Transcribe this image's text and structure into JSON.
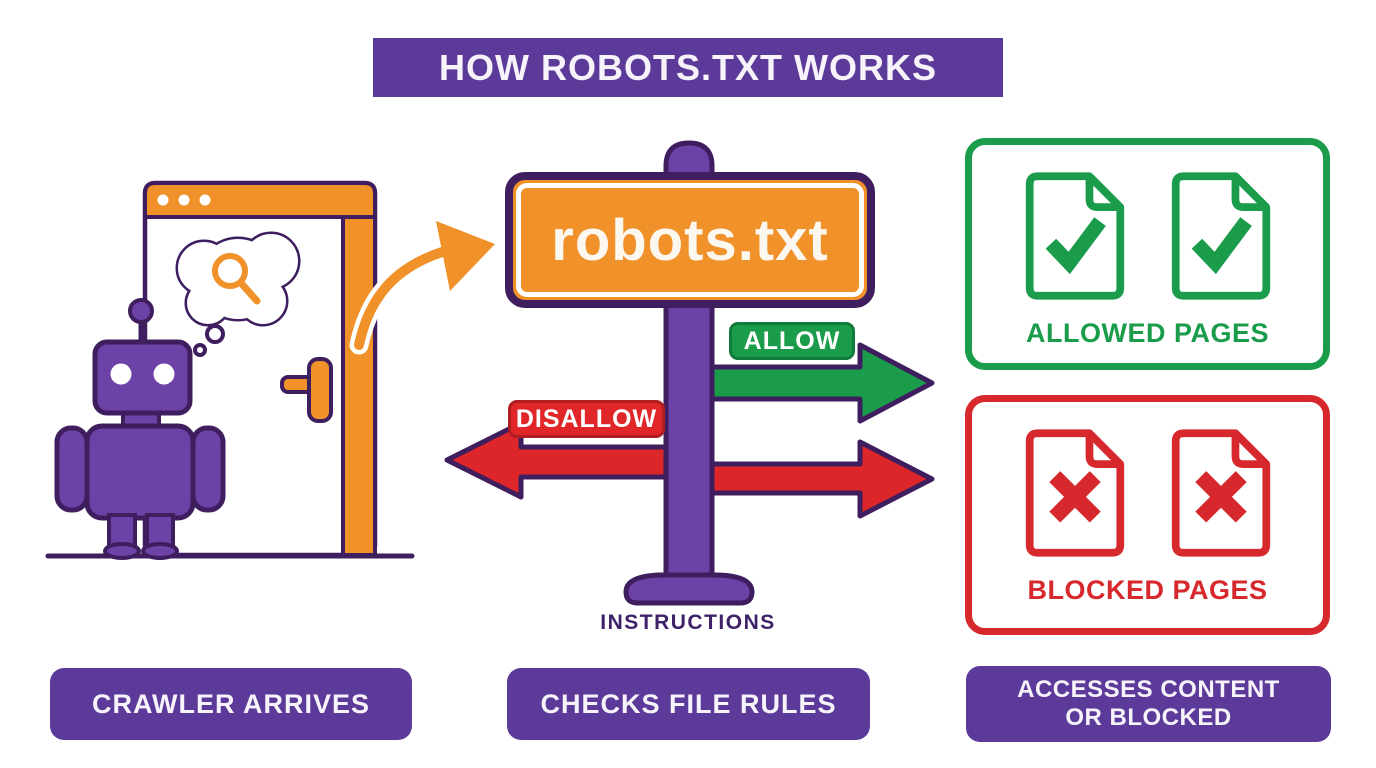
{
  "colors": {
    "banner_purple": "#5c3a99",
    "illustration_purple": "#6d42a6",
    "outline_purple": "#3e1e5f",
    "orange": "#f0912a",
    "green": "#1a9c4b",
    "red": "#dd2629",
    "allowed_box_green": "#1a9c4b",
    "blocked_box_red": "#d7282d",
    "background": "#ffffff"
  },
  "title": "HOW ROBOTS.TXT WORKS",
  "signpost": {
    "sign_label": "robots.txt",
    "allow_badge": "ALLOW",
    "disallow_badge": "DISALLOW",
    "caption": "INSTRUCTIONS"
  },
  "results": {
    "allowed": {
      "label": "ALLOWED PAGES",
      "icon": "document-check-icon",
      "document_count": 2
    },
    "blocked": {
      "label": "BLOCKED PAGES",
      "icon": "document-x-icon",
      "document_count": 2
    }
  },
  "steps": [
    {
      "lines": [
        "CRAWLER ARRIVES"
      ]
    },
    {
      "lines": [
        "CHECKS FILE RULES"
      ]
    },
    {
      "lines": [
        "ACCESSES CONTENT",
        "OR BLOCKED"
      ]
    }
  ],
  "icons": [
    "crawler-robot-icon",
    "thought-bubble-icon",
    "search-icon",
    "door-browser-icon",
    "door-handle-icon",
    "curved-arrow-icon",
    "signpost-icon",
    "allow-arrow-icon",
    "disallow-arrow-icon",
    "blocked-arrow-icon",
    "document-check-icon",
    "document-x-icon"
  ]
}
